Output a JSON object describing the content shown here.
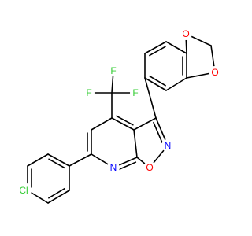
{
  "colors": {
    "carbon_bond": "#000000",
    "oxygen": "#ff0000",
    "nitrogen": "#0000ff",
    "fluorine": "#33cc33",
    "chlorine": "#33cc33",
    "background": "#ffffff"
  },
  "atoms": {
    "o_dioxole_top": "O",
    "o_dioxole_right": "O",
    "f_top": "F",
    "f_left": "F",
    "f_right": "F",
    "n_isoxazole": "N",
    "o_isoxazole": "O",
    "n_pyridine": "N",
    "cl": "Cl"
  }
}
